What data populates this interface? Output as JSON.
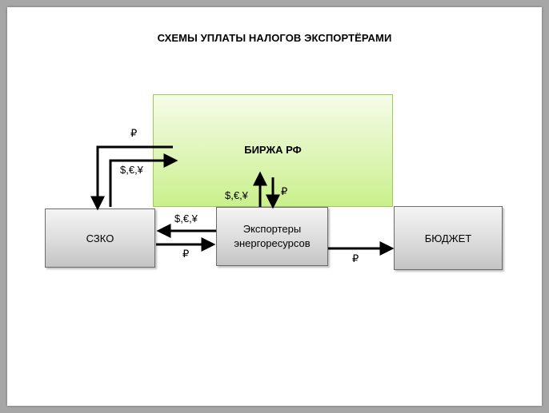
{
  "title": "СХЕМЫ УПЛАТЫ НАЛОГОВ ЭКСПОРТЁРАМИ",
  "nodes": {
    "exchange": "БИРЖА РФ",
    "szko": "СЗКО",
    "exporters_line1": "Экспортеры",
    "exporters_line2": "энергоресурсов",
    "budget": "БЮДЖЕТ"
  },
  "flows": {
    "exchange_to_szko": "₽",
    "szko_to_exchange": "$,€,¥",
    "exporters_to_exchange": "$,€,¥",
    "exchange_to_exporters": "₽",
    "exporters_to_szko": "$,€,¥",
    "szko_to_exporters": "₽",
    "exporters_to_budget": "₽"
  }
}
